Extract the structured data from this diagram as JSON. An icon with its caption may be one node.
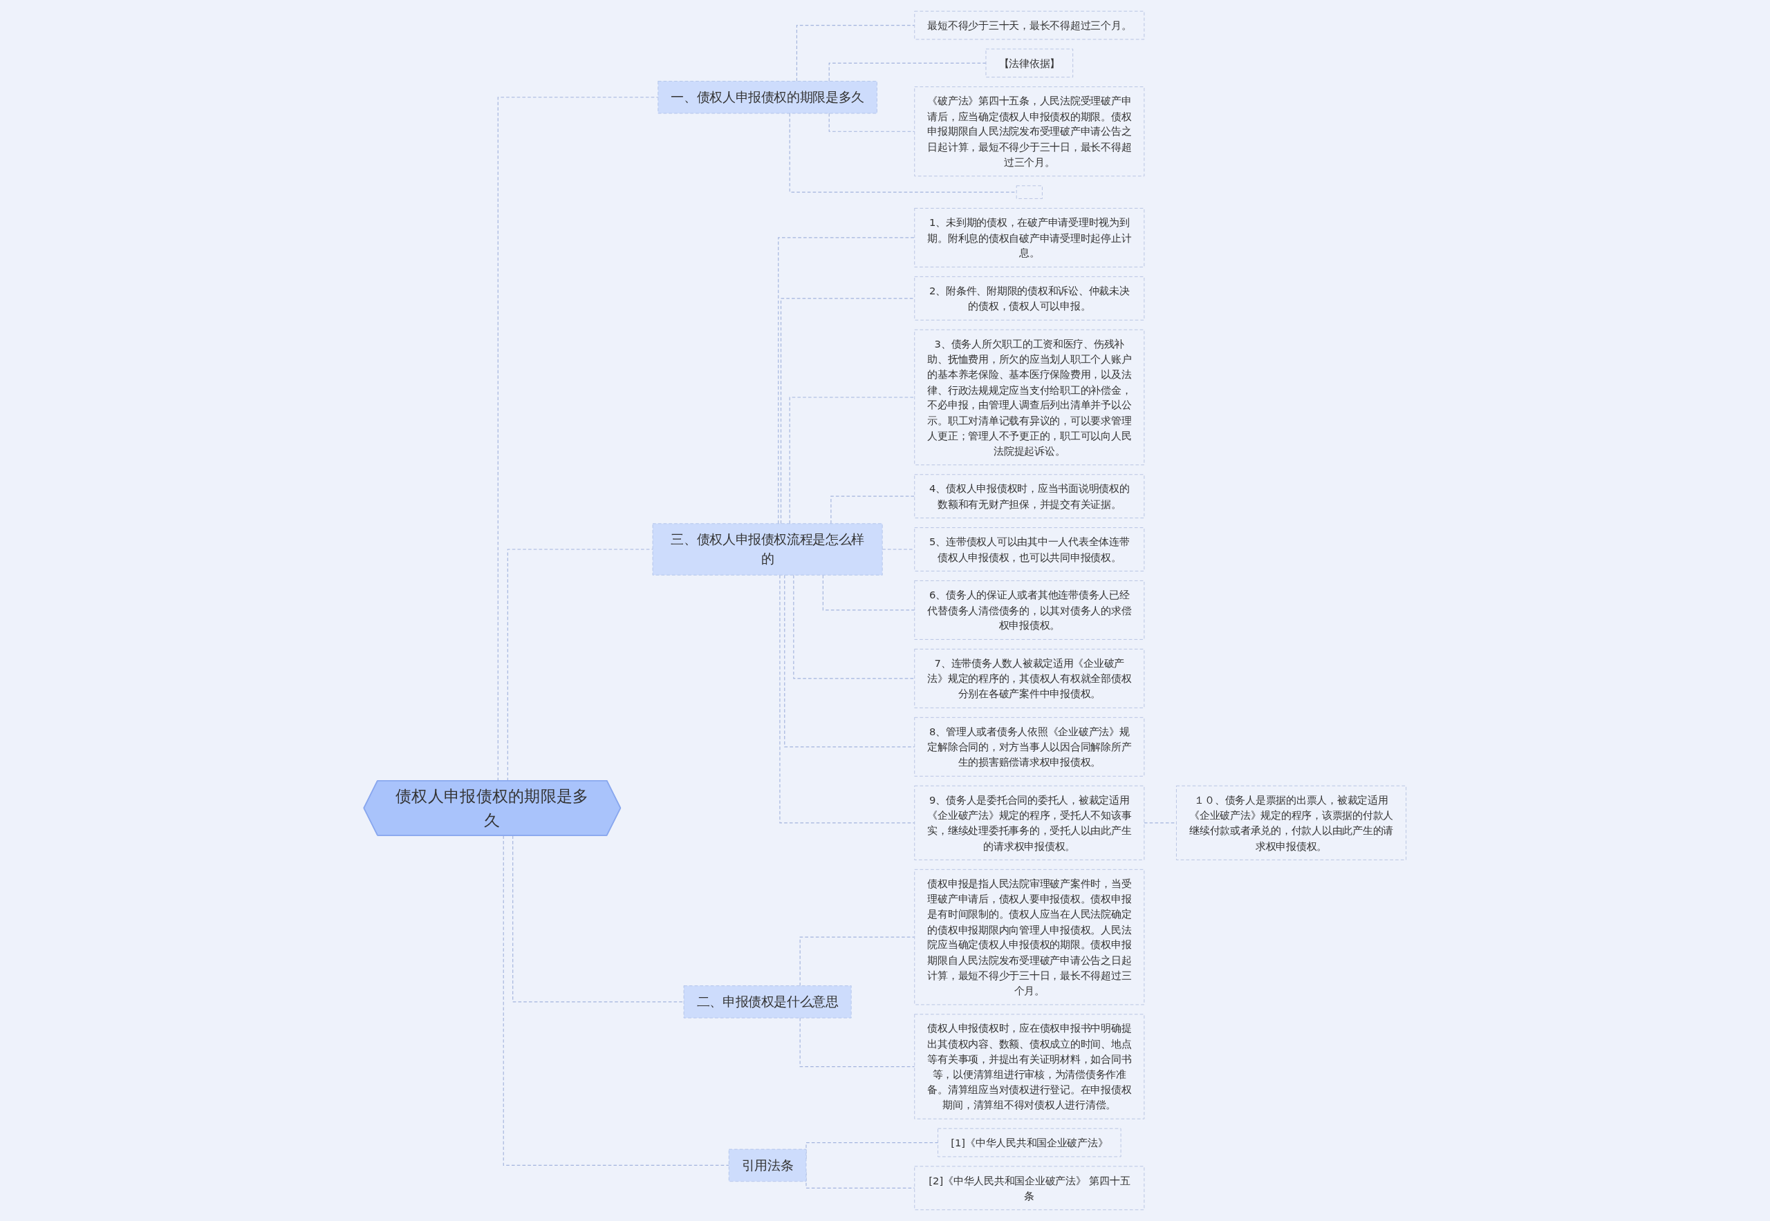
{
  "diagram": {
    "nodes": [
      {
        "text": [
          "债权人申报债权的期限是多久"
        ]
      },
      {
        "text": [
          "一、债权人申报债权的期限是多久"
        ]
      },
      {
        "text": [
          "最短不得少于三十天，最长不得超过三个月。"
        ]
      },
      {
        "text": [
          "【法律依据】"
        ]
      },
      {
        "text": [
          "《破产法》第四十五条，人民法院受理破产申请后，应当确定债权人申报债权的期限。债权申报期限自人民法院发布受理破产申请公告之日起计算，最短不得少于三十日，最长不得超过三个月。"
        ]
      },
      {
        "text": [],
        "shape": "box"
      },
      {
        "text": [
          "三、债权人申报债权流程是怎么样的"
        ]
      },
      {
        "text": [
          "1、未到期的债权，在破产申请受理时视为到期。附利息的债权自破产申请受理时起停止计息。"
        ]
      },
      {
        "text": [
          "2、附条件、附期限的债权和诉讼、仲裁未决的债权，债权人可以申报。"
        ]
      },
      {
        "text": [
          "3、债务人所欠职工的工资和医疗、伤残补助、抚恤费用，所欠的应当划人职工个人账户的基本养老保险、基本医疗保险费用，以及法律、行政法规规定应当支付给职工的补偿金，不必申报，由管理人调查后列出清单并予以公示。职工对清单记载有异议的，可以要求管理人更正；管理人不予更正的，职工可以向人民法院提起诉讼。"
        ]
      },
      {
        "text": [
          "4、债权人申报债权时，应当书面说明债权的数额和有无财产担保，并提交有关证据。"
        ]
      },
      {
        "text": [
          "5、连带债权人可以由其中一人代表全体连带债权人申报债权，也可以共同申报债权。"
        ]
      },
      {
        "text": [
          "6、债务人的保证人或者其他连带债务人已经代替债务人清偿债务的，以其对债务人的求偿权申报债权。"
        ]
      },
      {
        "text": [
          "7、连带债务人数人被裁定适用《企业破产法》规定的程序的，其债权人有权就全部债权分别在各破产案件中申报债权。"
        ]
      },
      {
        "text": [
          "8、管理人或者债务人依照《企业破产法》规定解除合同的，对方当事人以因合同解除所产生的损害赔偿请求权申报债权。"
        ]
      },
      {
        "text": [
          "9、债务人是委托合同的委托人，被裁定适用《企业破产法》规定的程序，受托人不知该事实，继续处理委托事务的，受托人以由此产生的请求权申报债权。"
        ]
      },
      {
        "text": [
          "１０、债务人是票据的出票人，被裁定适用《企业破产法》规定的程序，该票据的付款人继续付款或者承兑的，付款人以由此产生的请求权申报债权。"
        ]
      },
      {
        "text": [
          "二、申报债权是什么意思"
        ]
      },
      {
        "text": [
          "债权申报是指人民法院审理破产案件时，当受理破产申请后，债权人要申报债权。债权申报是有时间限制的。债权人应当在人民法院确定的债权申报期限内向管理人申报债权。人民法院应当确定债权人申报债权的期限。债权申报期限自人民法院发布受理破产申请公告之日起计算，最短不得少于三十日，最长不得超过三个月。"
        ]
      },
      {
        "text": [
          "债权人申报债权时，应在债权申报书中明确提出其债权内容、数额、债权成立的时间、地点等有关事项，并提出有关证明材料，如合同书等，以便清算组进行审核，为清偿债务作准备。清算组应当对债权进行登记。在申报债权期间，清算组不得对债权人进行清偿。"
        ]
      },
      {
        "text": [
          "引用法条"
        ]
      },
      {
        "text": [
          "[1]《中华人民共和国企业破产法》"
        ]
      },
      {
        "text": [
          "[2]《中华人民共和国企业破产法》 第四十五条"
        ]
      }
    ],
    "edges": [
      {
        "from": 0,
        "to": 1,
        "arrow": "none",
        "style": "dashed"
      },
      {
        "from": 1,
        "to": 2,
        "arrow": "none",
        "style": "dashed"
      },
      {
        "from": 1,
        "to": 3,
        "arrow": "none",
        "style": "dashed"
      },
      {
        "from": 1,
        "to": 4,
        "arrow": "none",
        "style": "dashed"
      },
      {
        "from": 1,
        "to": 5,
        "arrow": "none",
        "style": "dashed"
      },
      {
        "from": 0,
        "to": 6,
        "arrow": "none",
        "style": "dashed"
      },
      {
        "from": 6,
        "to": 7,
        "arrow": "none",
        "style": "dashed"
      },
      {
        "from": 6,
        "to": 8,
        "arrow": "none",
        "style": "dashed"
      },
      {
        "from": 6,
        "to": 9,
        "arrow": "none",
        "style": "dashed"
      },
      {
        "from": 6,
        "to": 10,
        "arrow": "none",
        "style": "dashed"
      },
      {
        "from": 6,
        "to": 11,
        "arrow": "none",
        "style": "dashed"
      },
      {
        "from": 6,
        "to": 12,
        "arrow": "none",
        "style": "dashed"
      },
      {
        "from": 6,
        "to": 13,
        "arrow": "none",
        "style": "dashed"
      },
      {
        "from": 6,
        "to": 14,
        "arrow": "none",
        "style": "dashed"
      },
      {
        "from": 6,
        "to": 15,
        "arrow": "none",
        "style": "dashed"
      },
      {
        "from": 15,
        "to": 16,
        "arrow": "none",
        "style": "dashed"
      },
      {
        "from": 0,
        "to": 17,
        "arrow": "none",
        "style": "dashed"
      },
      {
        "from": 17,
        "to": 18,
        "arrow": "none",
        "style": "dashed"
      },
      {
        "from": 17,
        "to": 19,
        "arrow": "none",
        "style": "dashed"
      },
      {
        "from": 0,
        "to": 20,
        "arrow": "none",
        "style": "dashed"
      },
      {
        "from": 20,
        "to": 21,
        "arrow": "none",
        "style": "dashed"
      },
      {
        "from": 20,
        "to": 22,
        "arrow": "none",
        "style": "dashed"
      }
    ]
  }
}
